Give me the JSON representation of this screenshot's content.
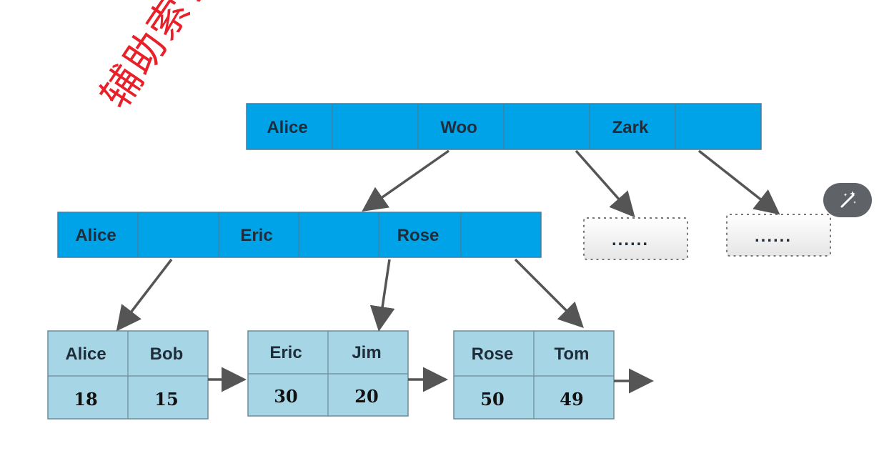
{
  "title": "辅助索引",
  "colors": {
    "inner_node": "#00a2e8",
    "inner_border": "#4f7a94",
    "leaf_node": "#a6d6e6",
    "leaf_border": "#6f8a96",
    "arrow": "#555555",
    "title": "#e8202a",
    "placeholder_bg": "#f1f1f1"
  },
  "root": {
    "keys": [
      "Alice",
      "",
      "Woo",
      "",
      "Zark",
      ""
    ]
  },
  "level1": {
    "keys": [
      "Alice",
      "",
      "Eric",
      "",
      "Rose",
      ""
    ]
  },
  "placeholders": [
    "......",
    "......"
  ],
  "leaves": [
    {
      "keys": [
        "Alice",
        "Bob"
      ],
      "values": [
        "18",
        "15"
      ]
    },
    {
      "keys": [
        "Eric",
        "Jim"
      ],
      "values": [
        "30",
        "20"
      ]
    },
    {
      "keys": [
        "Rose",
        "Tom"
      ],
      "values": [
        "50",
        "49"
      ]
    }
  ],
  "toolbar": {
    "magic_icon": "magic-wand-icon"
  }
}
